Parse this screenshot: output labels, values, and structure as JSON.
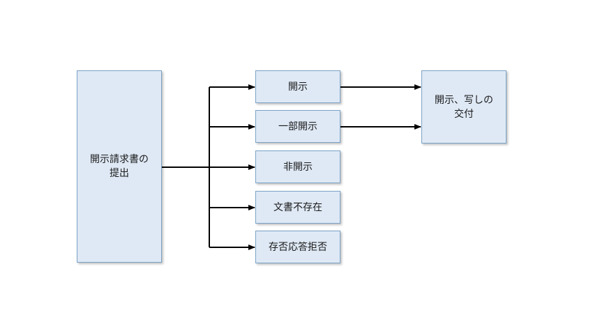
{
  "diagram": {
    "nodes": {
      "request": "開示請求書の\n提出",
      "kaiji": "開示",
      "partial": "一部開示",
      "nonkaiji": "非開示",
      "nodoc": "文書不存在",
      "refuse": "存否応答拒否",
      "deliver": "開示、写しの\n交付"
    },
    "edges": [
      {
        "from": "request",
        "to": "kaiji"
      },
      {
        "from": "request",
        "to": "partial"
      },
      {
        "from": "request",
        "to": "nonkaiji"
      },
      {
        "from": "request",
        "to": "nodoc"
      },
      {
        "from": "request",
        "to": "refuse"
      },
      {
        "from": "kaiji",
        "to": "deliver"
      },
      {
        "from": "partial",
        "to": "deliver"
      }
    ],
    "colors": {
      "box_fill": "#dfe9f5",
      "box_border": "#7aa2c6",
      "connector": "#000000"
    }
  }
}
